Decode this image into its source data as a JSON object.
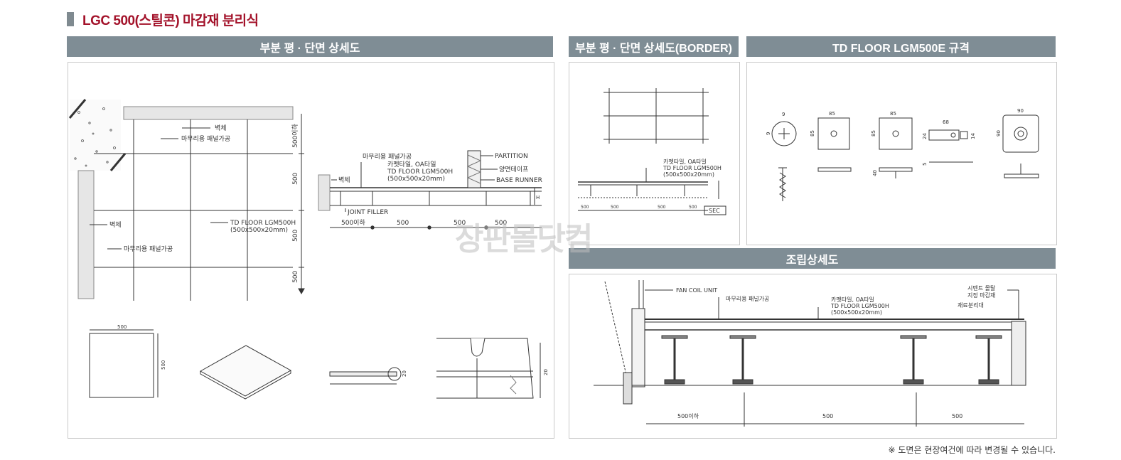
{
  "title": "LGC 500(스틸콘) 마감재 분리식",
  "headers": {
    "plan": "부분 평 · 단면 상세도",
    "border": "부분 평 · 단면 상세도(BORDER)",
    "spec": "TD FLOOR LGM500E 규격",
    "assembly": "조립상세도"
  },
  "plan_labels": {
    "wall_top": "벽체",
    "finish_top": "마무리용 패널가공",
    "wall_left": "벽체",
    "finish_left": "마무리용 패널가공",
    "tile": "TD FLOOR LGM500H",
    "tile_size": "(500x500x20mm)",
    "dim_top": "500이하",
    "dim_1": "500",
    "dim_2": "500",
    "dim_3": "500"
  },
  "section_labels": {
    "finish": "마무리용 패널가공",
    "carpet": "카펫타일, OA타일",
    "floor": "TD FLOOR LGM500H",
    "size": "(500x500x20mm)",
    "partition": "PARTITION",
    "tape": "양면테이프",
    "base_runner": "BASE RUNNER",
    "wall": "벽체",
    "joint": "JOINT FILLER",
    "dim_a": "500이하",
    "dim_b": "500",
    "dim_c": "500",
    "dim_d": "500",
    "h": "H"
  },
  "detail_labels": {
    "w500": "500",
    "h500": "500",
    "thk": "20",
    "thk2": "20"
  },
  "border_labels": {
    "carpet": "카펫타일, OA타일",
    "floor": "TD FLOOR LGM500H",
    "size": "(500x500x20mm)",
    "d1": "500",
    "d2": "500",
    "d3": "500",
    "d4": "500",
    "sec": "SEC"
  },
  "spec_labels": {
    "d9": "9",
    "d9b": "9",
    "d85a": "85",
    "d85b": "85",
    "d85c": "85",
    "d85d": "85",
    "d68": "68",
    "d24": "24",
    "d14": "14",
    "d90a": "90",
    "d90b": "90",
    "d40": "40",
    "d5": "5"
  },
  "assembly_labels": {
    "fan": "FAN COIL UNIT",
    "finish": "마무리용 패널가공",
    "carpet": "카펫타일, OA타일",
    "floor": "TD FLOOR LGM500H",
    "size": "(500x500x20mm)",
    "cement1": "시멘트 몰탈",
    "cement2": "지정 마감재",
    "sep": "재료분리대",
    "d1": "500이하",
    "d2": "500",
    "d3": "500"
  },
  "note": "※ 도면은 현장여건에 따라 변경될 수 있습니다.",
  "watermark": "장판몰닷컴"
}
